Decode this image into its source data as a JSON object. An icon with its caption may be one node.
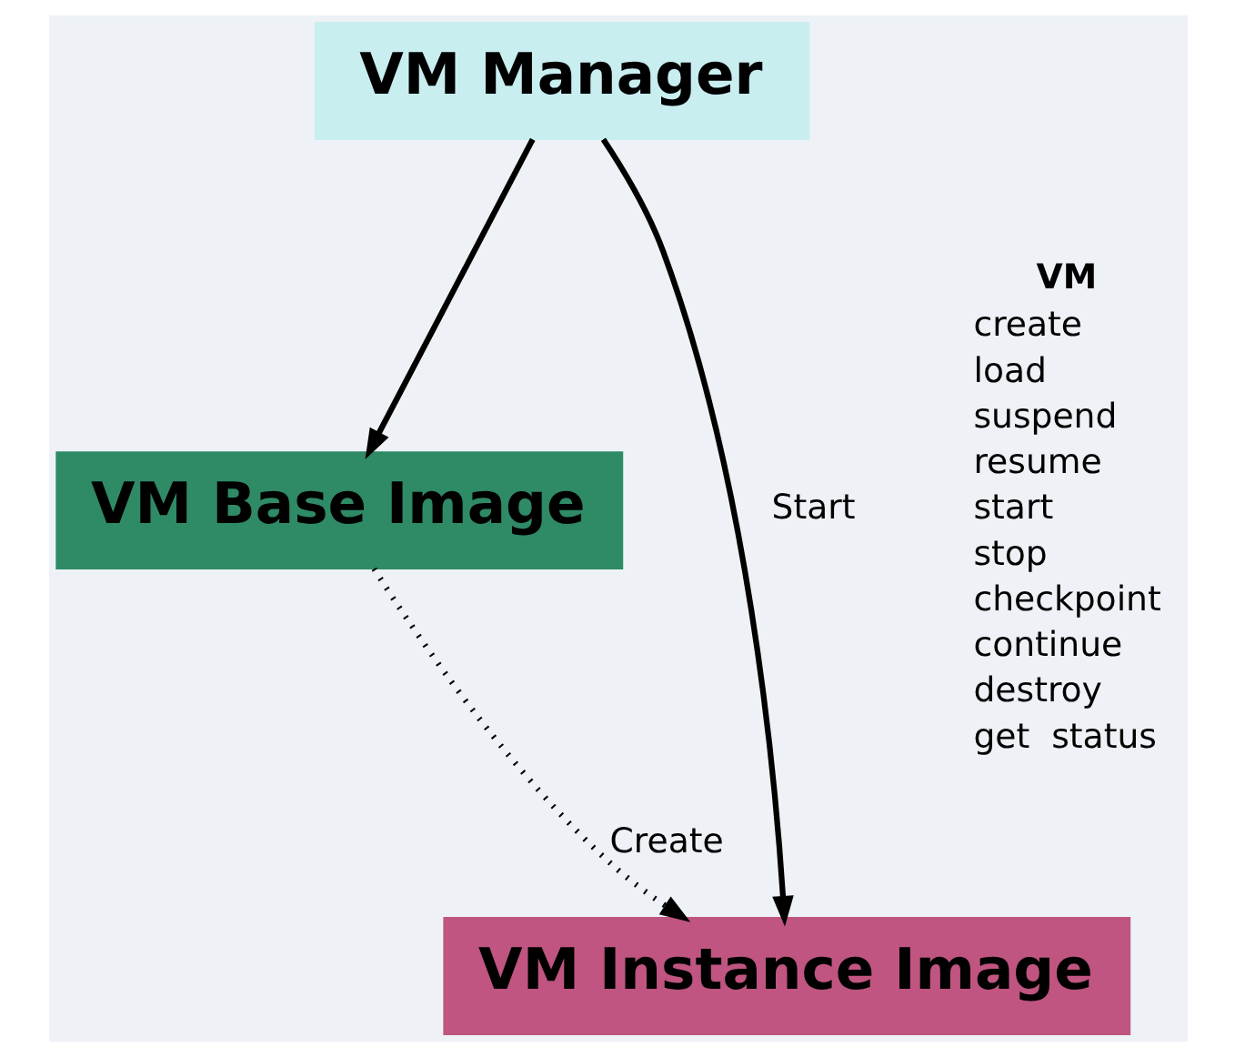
{
  "diagram": {
    "nodes": [
      {
        "text": [
          "VM Manager"
        ]
      },
      {
        "text": [
          "VM Base Image"
        ]
      },
      {
        "text": [
          "VM Instance Image"
        ]
      }
    ],
    "edges": [
      {
        "from": 0,
        "to": 2,
        "arrow": "to",
        "label": "Start"
      },
      {
        "from": 0,
        "to": 1,
        "arrow": "to"
      },
      {
        "from": 1,
        "to": 2,
        "arrow": "to",
        "label": "Create",
        "style": "dashed"
      }
    ],
    "labels": [
      "VM",
      "create",
      "load",
      "suspend",
      "resume",
      "start",
      "stop",
      "checkpoint",
      "continue",
      "destroy",
      "get  status"
    ]
  }
}
